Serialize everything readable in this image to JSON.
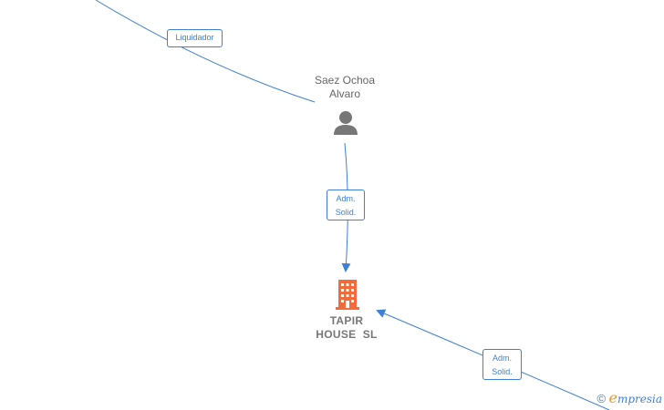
{
  "nodes": {
    "person": {
      "name_line1": "Saez Ochoa",
      "name_line2": "Alvaro",
      "icon": "person-icon",
      "color": "#777777"
    },
    "company": {
      "name_line1": "TAPIR",
      "name_line2": "HOUSE  SL",
      "icon": "building-icon",
      "color": "#f26b3a"
    }
  },
  "edges": {
    "liquidador": {
      "label": "Liquidador"
    },
    "adm_solid_1": {
      "line1": "Adm.",
      "line2": "Solid."
    },
    "adm_solid_2": {
      "line1": "Adm.",
      "line2": "Solid."
    }
  },
  "colors": {
    "edge": "#3f7fd4",
    "label_border": "#3f7fd4"
  },
  "watermark": {
    "copyright": "©",
    "brand_first": "e",
    "brand_rest": "mpresia"
  }
}
